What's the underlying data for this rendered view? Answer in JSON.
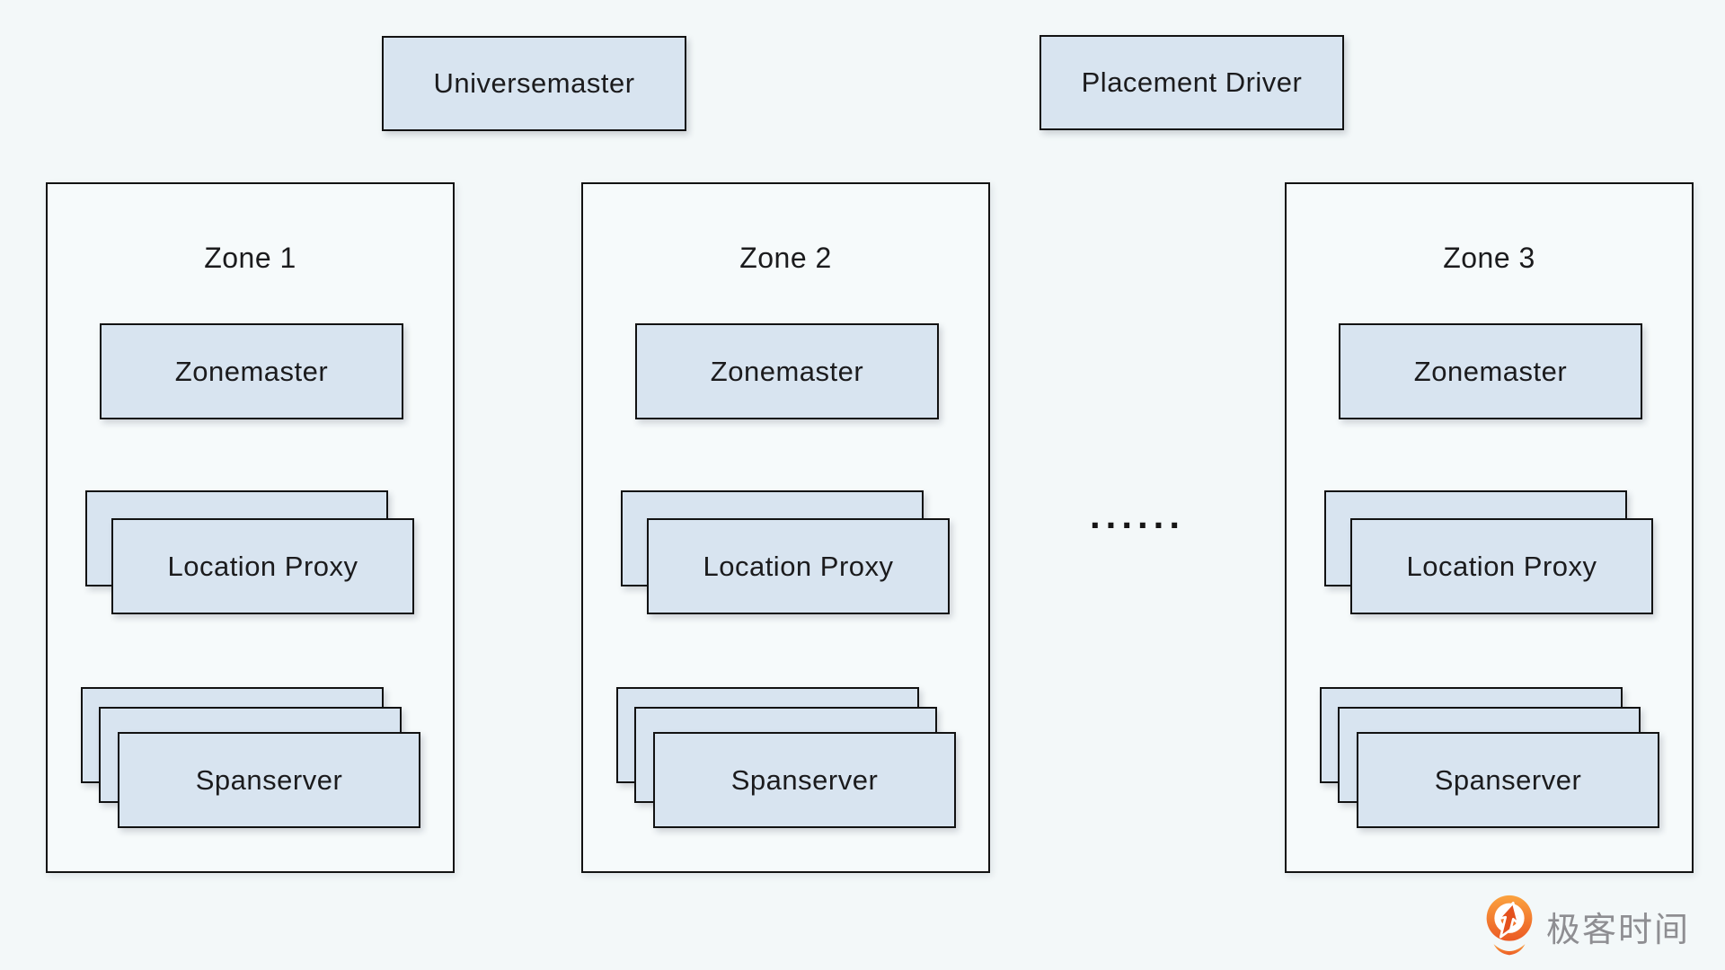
{
  "page": {
    "background_color": "#f3f8f9"
  },
  "diagram": {
    "top_nodes": [
      {
        "label": "Universemaster"
      },
      {
        "label": "Placement Driver"
      }
    ],
    "zones": [
      {
        "title": "Zone 1",
        "zonemaster_label": "Zonemaster",
        "location_proxy_label": "Location Proxy",
        "spanserver_label": "Spanserver"
      },
      {
        "title": "Zone 2",
        "zonemaster_label": "Zonemaster",
        "location_proxy_label": "Location Proxy",
        "spanserver_label": "Spanserver"
      },
      {
        "title": "Zone 3",
        "zonemaster_label": "Zonemaster",
        "location_proxy_label": "Location Proxy",
        "spanserver_label": "Spanserver"
      }
    ],
    "ellipsis": "......",
    "colors": {
      "node_fill": "#d8e4f0",
      "node_border": "#121212",
      "zone_border": "#121212",
      "text": "#1b1b1d"
    }
  },
  "branding": {
    "logo_text": "极客时间",
    "logo_text_color": "#8e8e92",
    "logo_icon_name": "geektime-pin-icon",
    "logo_icon_colors": {
      "top": "#fba33f",
      "bottom": "#eb5a24"
    }
  }
}
